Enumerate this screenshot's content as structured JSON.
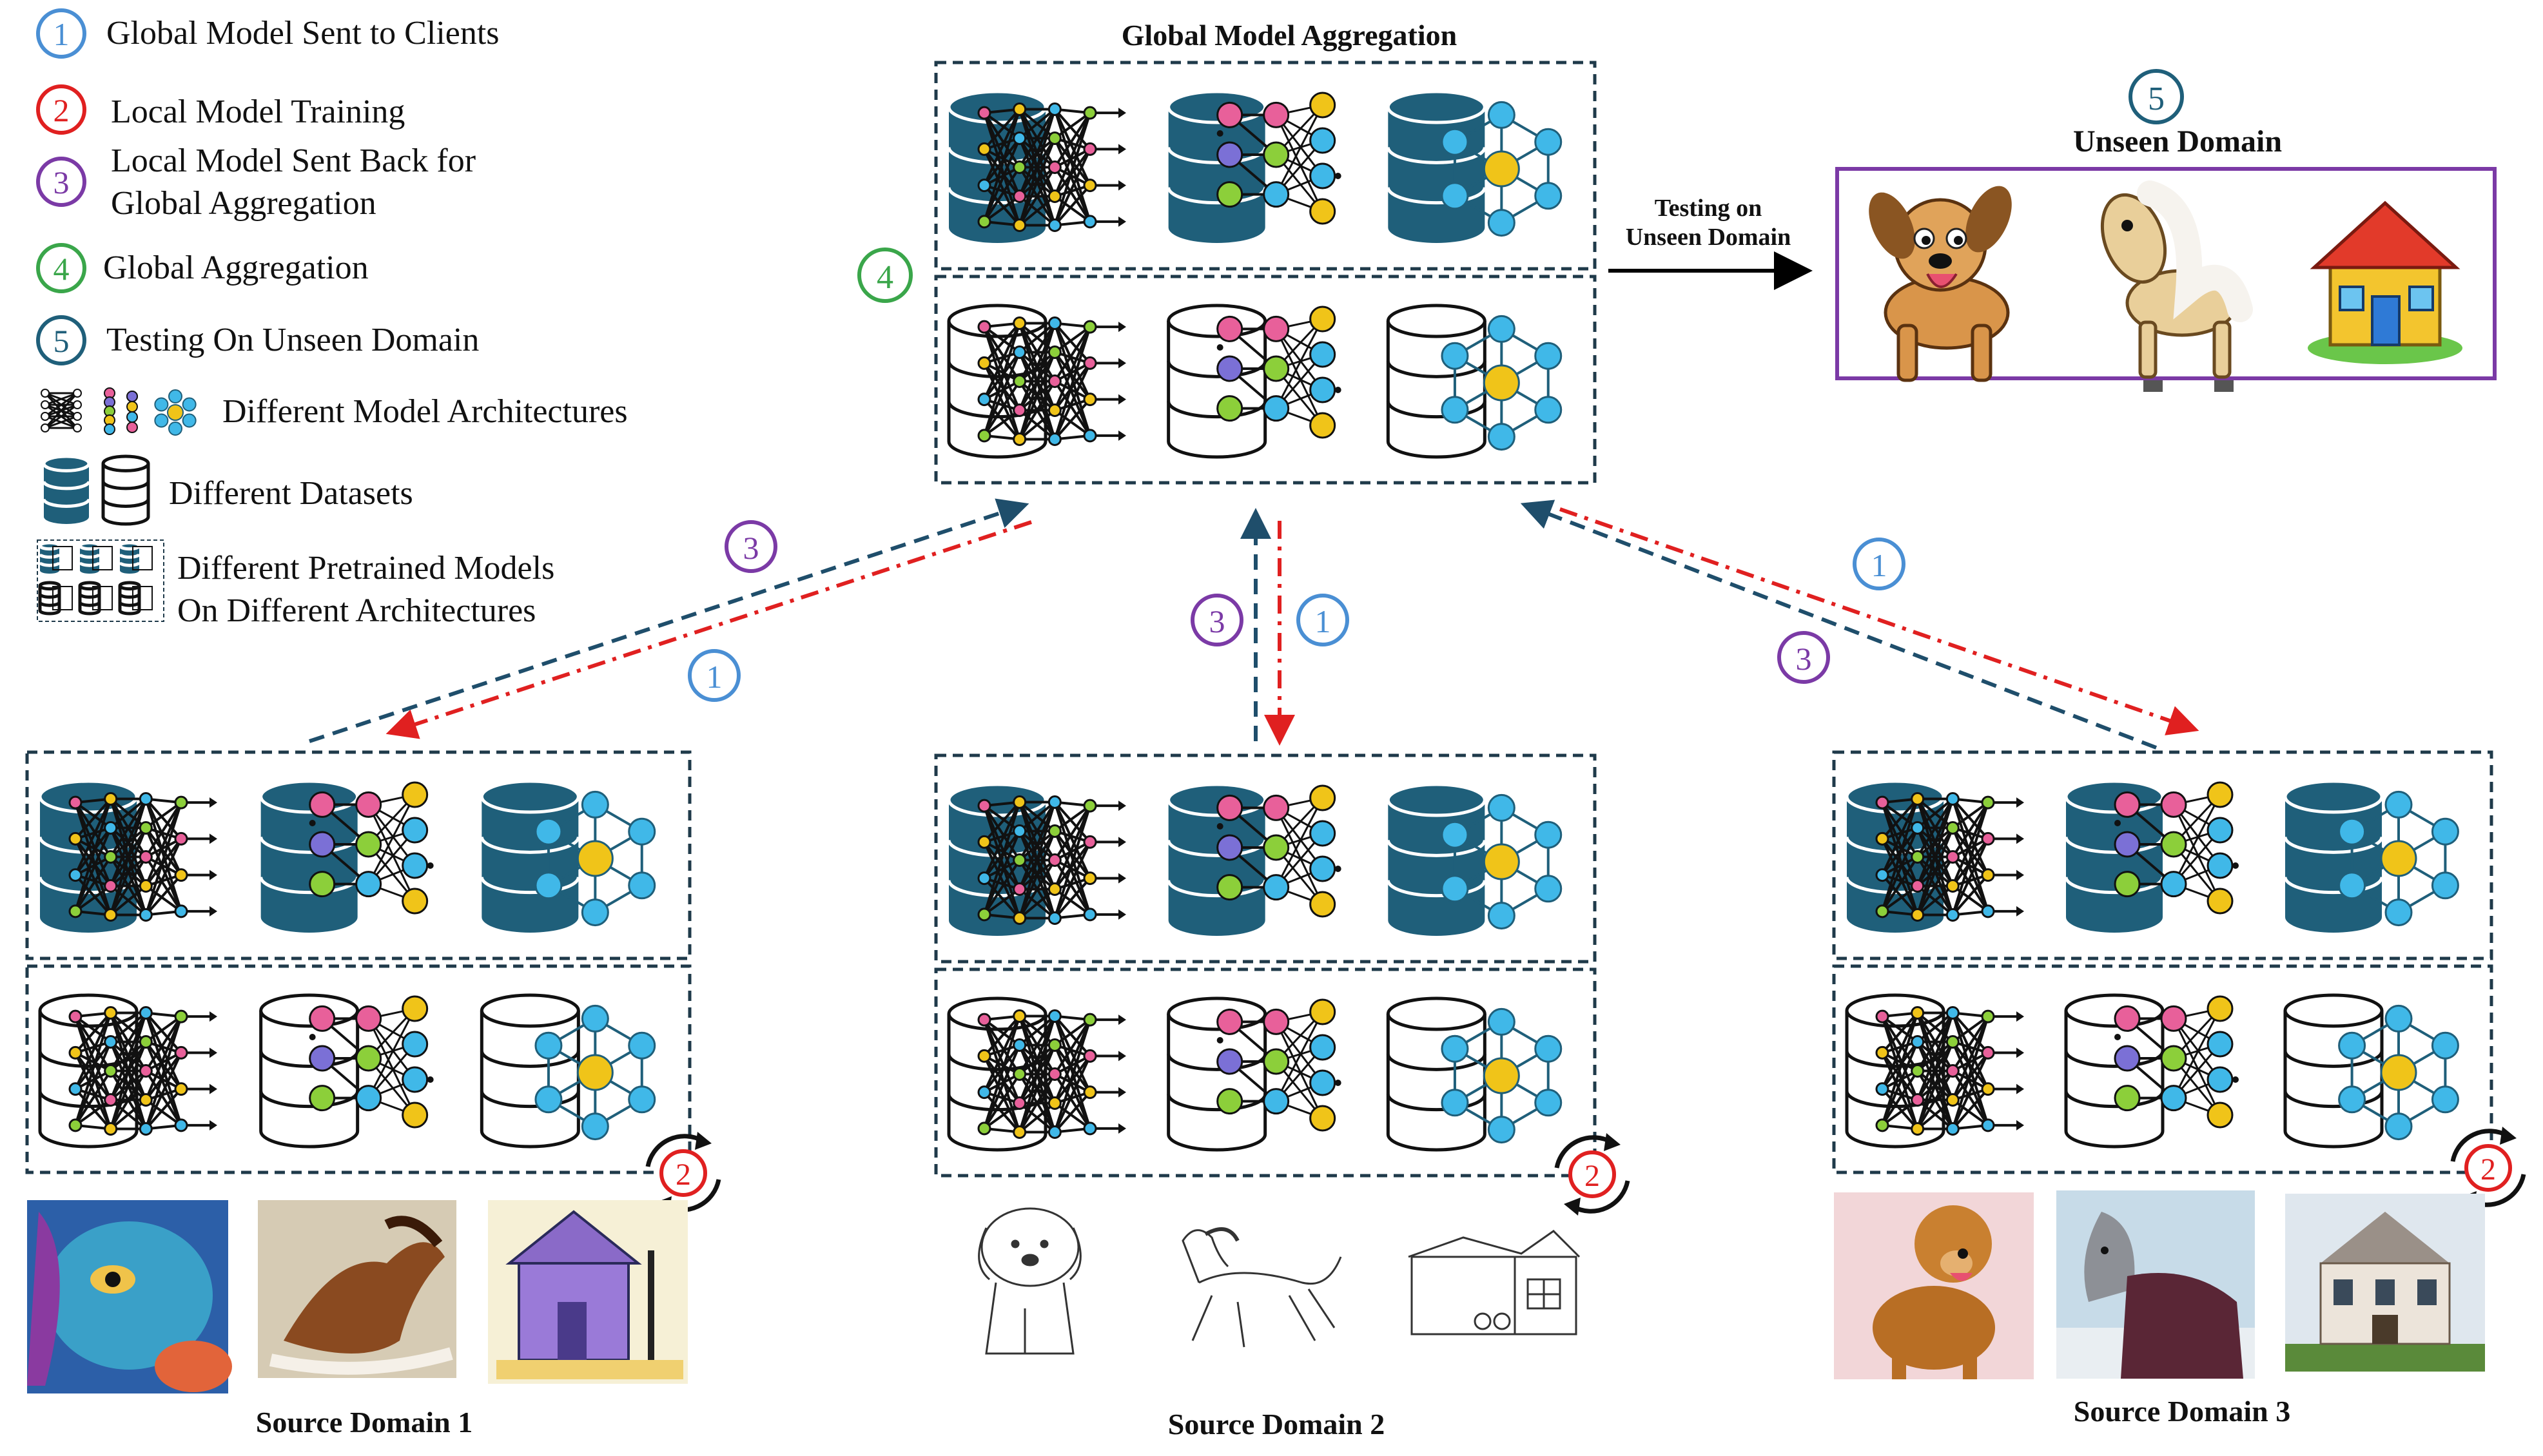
{
  "legend": {
    "items": [
      {
        "num": "1",
        "color": "#4a8fd4",
        "text": "Global Model Sent to Clients"
      },
      {
        "num": "2",
        "color": "#e02020",
        "text": "Local Model Training"
      },
      {
        "num": "3",
        "color": "#7b3aa6",
        "text": "Local Model Sent Back for Global Aggregation"
      },
      {
        "num": "4",
        "color": "#3aa64a",
        "text": "Global Aggregation"
      },
      {
        "num": "5",
        "color": "#1f5f7a",
        "text": "Testing On Unseen Domain"
      }
    ],
    "architectures": "Different Model Architectures",
    "datasets": "Different Datasets",
    "pretrained": "Different Pretrained Models On Different Architectures"
  },
  "global": {
    "title": "Global Model Aggregation",
    "step_num": "4"
  },
  "testing": {
    "label": "Testing on Unseen Domain"
  },
  "unseen": {
    "step_num": "5",
    "title": "Unseen Domain",
    "images": [
      "cartoon dog",
      "cartoon horse",
      "cartoon house"
    ]
  },
  "sources": [
    {
      "title": "Source Domain 1",
      "style": "painting",
      "images": [
        "dog painting",
        "horse painting",
        "house painting"
      ]
    },
    {
      "title": "Source Domain 2",
      "style": "sketch",
      "images": [
        "dog sketch",
        "horse sketch",
        "house sketch"
      ]
    },
    {
      "title": "Source Domain 3",
      "style": "photo",
      "images": [
        "dog photo",
        "horse photo",
        "house photo"
      ]
    }
  ],
  "flow_labels": {
    "send": "1",
    "train": "2",
    "return": "3"
  },
  "colors": {
    "teal": "#1f5f7a",
    "dark_blue_dash": "#1f4e6b",
    "red_dash": "#e02020",
    "purple": "#7b3aa6",
    "blue": "#4a8fd4",
    "green": "#3aa64a",
    "pink": "#e8609a",
    "purple_node": "#7b70d6",
    "lime": "#8ccf3a",
    "cyan": "#40b8e8",
    "yellow": "#f0c419"
  }
}
